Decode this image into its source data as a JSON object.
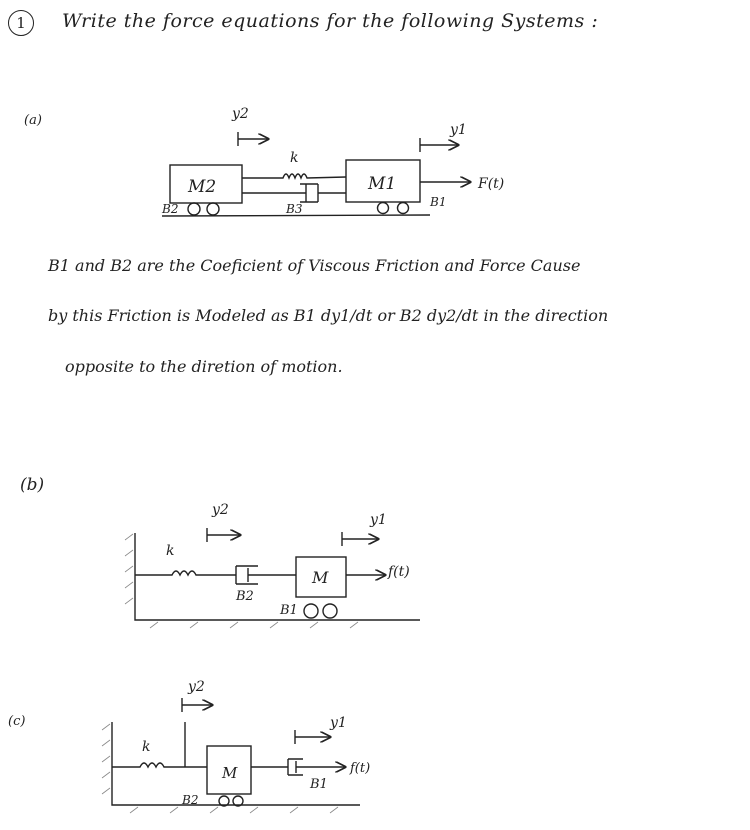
{
  "header": {
    "number": "1",
    "title": "Write the force equations for the following Systems :"
  },
  "part_a": {
    "label": "(a)",
    "y2": "y2",
    "y1": "y1",
    "k": "k",
    "m2": "M2",
    "m1": "M1",
    "b2": "B2",
    "b3": "B3",
    "b1": "B1",
    "force": "F(t)"
  },
  "note": {
    "line1": "B1 and B2 are the Coeficient of Viscous Friction and Force Cause",
    "line2": "by this Friction is Modeled as B1 dy1/dt or B2 dy2/dt in the direction",
    "line3": "opposite to the diretion of motion."
  },
  "part_b": {
    "label": "(b)",
    "y2": "y2",
    "y1": "y1",
    "k": "k",
    "m": "M",
    "b2": "B2",
    "b1": "B1",
    "force": "f(t)"
  },
  "part_c": {
    "label": "(c)",
    "y2": "y2",
    "y1": "y1",
    "k": "k",
    "m": "M",
    "b2": "B2",
    "b1": "B1",
    "force": "f(t)"
  }
}
